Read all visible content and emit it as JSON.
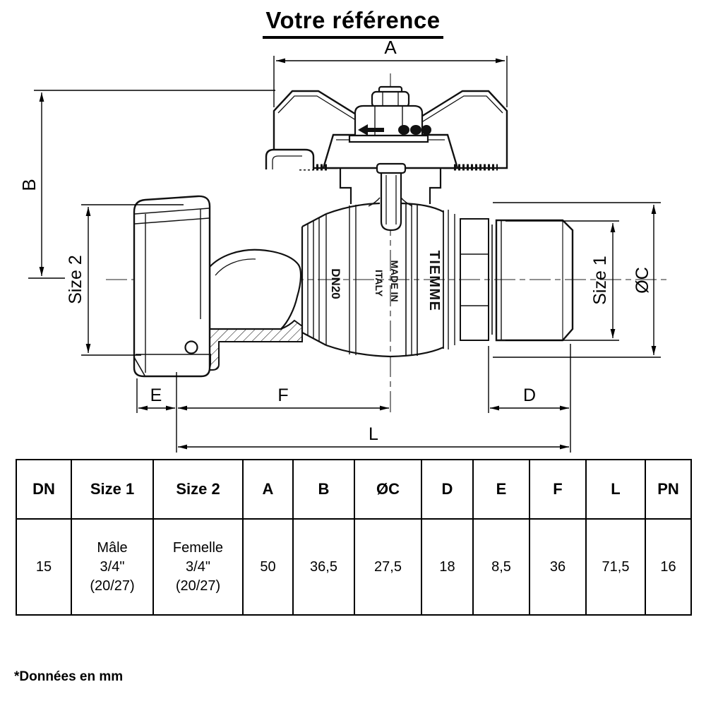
{
  "title": "Votre référence",
  "drawing": {
    "dim_a": "A",
    "dim_b": "B",
    "dim_size2": "Size 2",
    "dim_size1": "Size 1",
    "dim_c": "ØC",
    "dim_e": "E",
    "dim_f": "F",
    "dim_d": "D",
    "dim_l": "L",
    "marking_brand": "TIEMME",
    "marking_made_line1": "MADE IN",
    "marking_made_line2": "ITALY",
    "marking_dn": "DN20"
  },
  "table": {
    "headers": [
      "DN",
      "Size 1",
      "Size 2",
      "A",
      "B",
      "ØC",
      "D",
      "E",
      "F",
      "L",
      "PN"
    ],
    "rows": [
      [
        "15",
        "Mâle\n3/4\"\n(20/27)",
        "Femelle\n3/4\"\n(20/27)",
        "50",
        "36,5",
        "27,5",
        "18",
        "8,5",
        "36",
        "71,5",
        "16"
      ]
    ]
  },
  "footer_note": "*Données en mm"
}
